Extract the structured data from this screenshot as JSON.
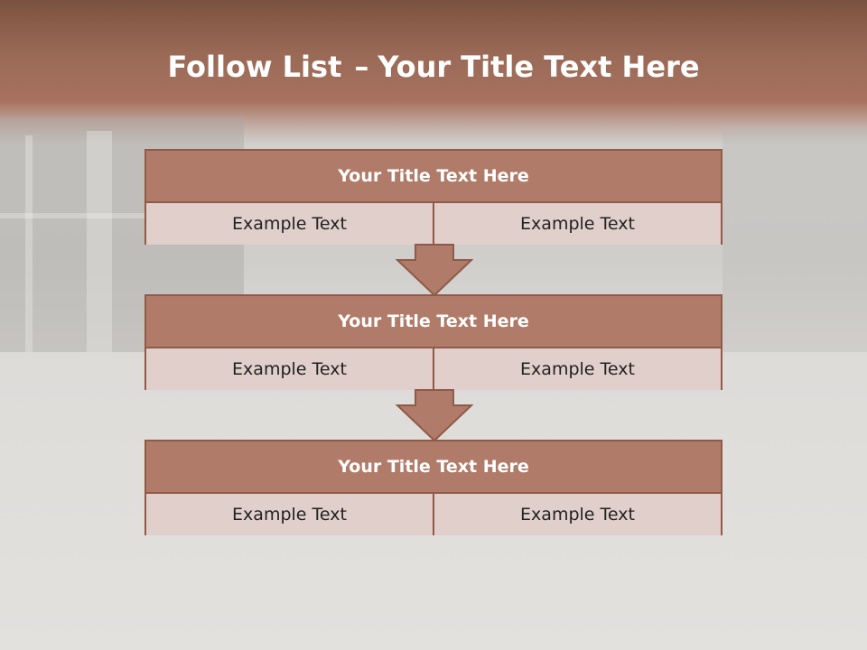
{
  "slide": {
    "title_bold": "Follow List",
    "title_separator": "–",
    "title_rest": "Your Title Text Here"
  },
  "flow": [
    {
      "title": "Your Title Text Here",
      "left": "Example Text",
      "right": "Example Text"
    },
    {
      "title": "Your Title Text Here",
      "left": "Example Text",
      "right": "Example Text"
    },
    {
      "title": "Your Title Text Here",
      "left": "Example Text",
      "right": "Example Text"
    }
  ],
  "colors": {
    "header": "#a7725f",
    "box_header": "#b07c69",
    "box_border": "#8f5a49",
    "cell": "#e0cfca",
    "arrow": "#b07c69"
  }
}
